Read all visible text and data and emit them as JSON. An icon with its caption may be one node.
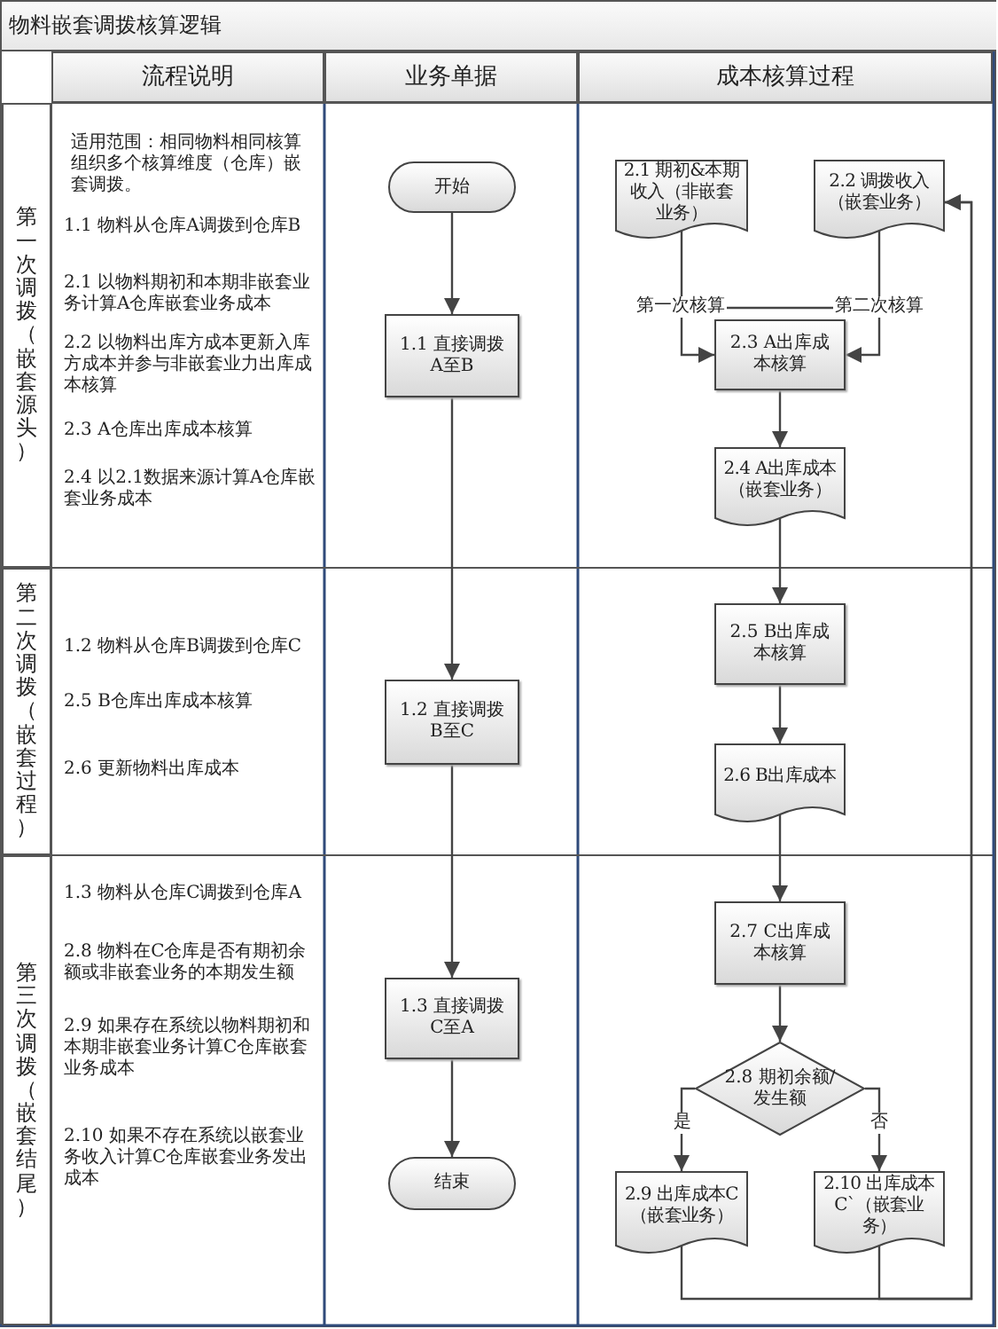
{
  "diagram": {
    "title": "物料嵌套调拨核算逻辑",
    "nodes": [
      {
        "text": [
          "流程说明"
        ]
      },
      {
        "text": [
          "业务单据"
        ]
      },
      {
        "text": [
          "成本核算过程"
        ]
      },
      {
        "text": [
          "第一次调拨（嵌套源头）"
        ]
      },
      {
        "text": [
          "第二次调拨（嵌套过程）"
        ]
      },
      {
        "text": [
          "第三次调拨（嵌套结尾）"
        ]
      },
      {
        "text": [
          "开始"
        ]
      },
      {
        "text": [
          "1.1 直接调拨A至B"
        ]
      },
      {
        "text": [
          "1.2 直接调拨B至C"
        ]
      },
      {
        "text": [
          "1.3 直接调拨C至A"
        ]
      },
      {
        "text": [
          "结束"
        ]
      },
      {
        "text": [
          "2.1 期初&本期收入（非嵌套业务）"
        ]
      },
      {
        "text": [
          "2.2 调拨收入（嵌套业务）"
        ]
      },
      {
        "text": [
          "2.3 A出库成本核算"
        ]
      },
      {
        "text": [
          "2.4 A出库成本（嵌套业务）"
        ]
      },
      {
        "text": [
          "2.5 B出库成本核算"
        ]
      },
      {
        "text": [
          "2.6 B出库成本"
        ]
      },
      {
        "text": [
          "2.7 C出库成本核算"
        ]
      },
      {
        "text": [
          "2.8 期初余额/发生额"
        ]
      },
      {
        "text": [
          "2.9 出库成本C（嵌套业务）"
        ]
      },
      {
        "text": [
          "2.10 出库成本C`（嵌套业务）"
        ]
      }
    ],
    "edges": [
      {
        "from": 6,
        "to": 7,
        "arrow": "to"
      },
      {
        "from": 7,
        "to": 8,
        "arrow": "to"
      },
      {
        "from": 8,
        "to": 9,
        "arrow": "to"
      },
      {
        "from": 9,
        "to": 10,
        "arrow": "to"
      },
      {
        "from": 11,
        "to": 13,
        "arrow": "to",
        "label": "第一次核算"
      },
      {
        "from": 12,
        "to": 13,
        "arrow": "to",
        "label": "第二次核算"
      },
      {
        "from": 13,
        "to": 14,
        "arrow": "to"
      },
      {
        "from": 14,
        "to": 15,
        "arrow": "to"
      },
      {
        "from": 15,
        "to": 16,
        "arrow": "to"
      },
      {
        "from": 16,
        "to": 17,
        "arrow": "to"
      },
      {
        "from": 17,
        "to": 18,
        "arrow": "to"
      },
      {
        "from": 18,
        "to": 19,
        "arrow": "to",
        "label": "是"
      },
      {
        "from": 18,
        "to": 20,
        "arrow": "to",
        "label": "否"
      },
      {
        "from": 19,
        "to": 12,
        "arrow": "to"
      },
      {
        "from": 20,
        "to": 12,
        "arrow": "to"
      }
    ],
    "labels": [
      "适用范围：相同物料相同核算组织多个核算维度（仓库）嵌套调拨。",
      "1.1 物料从仓库A调拨到仓库B",
      "2.1 以物料期初和本期非嵌套业务计算A仓库嵌套业务成本",
      "2.2 以物料出库方成本更新入库方成本并参与非嵌套业力出库成本核算",
      "2.3 A仓库出库成本核算",
      "2.4 以2.1数据来源计算A仓库嵌套业务成本",
      "1.2 物料从仓库B调拨到仓库C",
      "2.5 B仓库出库成本核算",
      "2.6 更新物料出库成本",
      "1.3 物料从仓库C调拨到仓库A",
      "2.8 物料在C仓库是否有期初余额或非嵌套业务的本期发生额",
      "2.9 如果存在系统以物料期初和本期非嵌套业务计算C仓库嵌套业务成本",
      "2.10 如果不存在系统以嵌套业务收入计算C仓库嵌套业务发出成本"
    ]
  }
}
